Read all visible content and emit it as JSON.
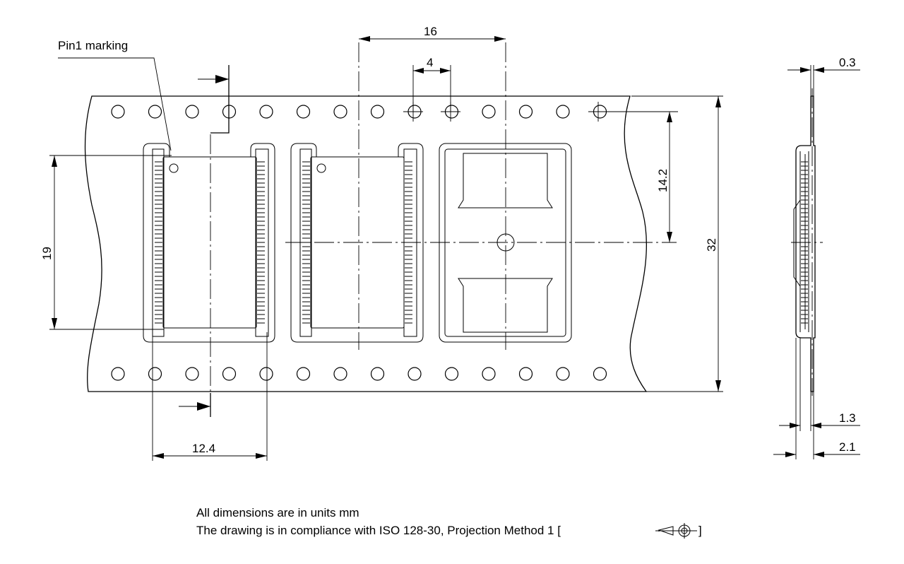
{
  "labels": {
    "pin1": "Pin1 marking",
    "pitch_components": "16",
    "pitch_holes": "4",
    "pocket_offset": "14.2",
    "tape_width": "32",
    "body_length": "19",
    "pocket_width": "12.4",
    "thickness_top": "0.3",
    "thickness_cavity": "1.3",
    "thickness_total": "2.1"
  },
  "notes": {
    "line1": "All dimensions are in units mm",
    "line2": "The drawing is in compliance with ISO 128-30, Projection Method 1 [",
    "line2_end": "]"
  }
}
